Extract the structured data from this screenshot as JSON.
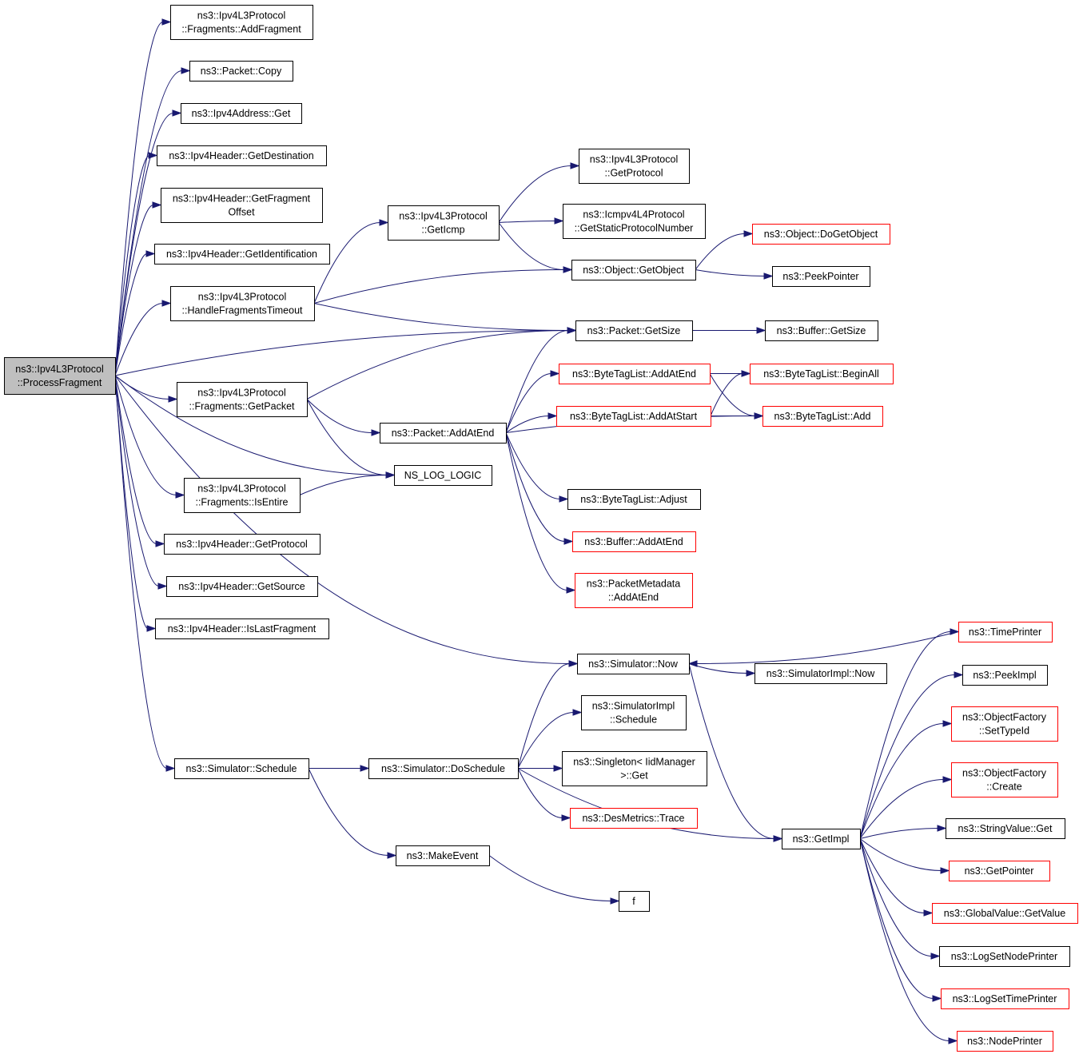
{
  "graph": {
    "nodes": [
      {
        "id": "root",
        "lines": [
          "ns3::Ipv4L3Protocol",
          "::ProcessFragment"
        ],
        "border": "root"
      },
      {
        "id": "addFragment",
        "lines": [
          "ns3::Ipv4L3Protocol",
          "::Fragments::AddFragment"
        ],
        "border": "black"
      },
      {
        "id": "packetCopy",
        "lines": [
          "ns3::Packet::Copy"
        ],
        "border": "black"
      },
      {
        "id": "ipv4AddressGet",
        "lines": [
          "ns3::Ipv4Address::Get"
        ],
        "border": "black"
      },
      {
        "id": "getDestination",
        "lines": [
          "ns3::Ipv4Header::GetDestination"
        ],
        "border": "black"
      },
      {
        "id": "getFragmentOffset",
        "lines": [
          "ns3::Ipv4Header::GetFragment",
          "Offset"
        ],
        "border": "black"
      },
      {
        "id": "getIdentification",
        "lines": [
          "ns3::Ipv4Header::GetIdentification"
        ],
        "border": "black"
      },
      {
        "id": "handleFragmentsTimeout",
        "lines": [
          "ns3::Ipv4L3Protocol",
          "::HandleFragmentsTimeout"
        ],
        "border": "black"
      },
      {
        "id": "getPacket",
        "lines": [
          "ns3::Ipv4L3Protocol",
          "::Fragments::GetPacket"
        ],
        "border": "black"
      },
      {
        "id": "isEntire",
        "lines": [
          "ns3::Ipv4L3Protocol",
          "::Fragments::IsEntire"
        ],
        "border": "black"
      },
      {
        "id": "getProtocolHdr",
        "lines": [
          "ns3::Ipv4Header::GetProtocol"
        ],
        "border": "black"
      },
      {
        "id": "getSource",
        "lines": [
          "ns3::Ipv4Header::GetSource"
        ],
        "border": "black"
      },
      {
        "id": "isLastFragment",
        "lines": [
          "ns3::Ipv4Header::IsLastFragment"
        ],
        "border": "black"
      },
      {
        "id": "simSchedule",
        "lines": [
          "ns3::Simulator::Schedule"
        ],
        "border": "black"
      },
      {
        "id": "getIcmp",
        "lines": [
          "ns3::Ipv4L3Protocol",
          "::GetIcmp"
        ],
        "border": "black"
      },
      {
        "id": "nsLogLogic",
        "lines": [
          "NS_LOG_LOGIC"
        ],
        "border": "black"
      },
      {
        "id": "addAtEnd",
        "lines": [
          "ns3::Packet::AddAtEnd"
        ],
        "border": "black"
      },
      {
        "id": "doSchedule",
        "lines": [
          "ns3::Simulator::DoSchedule"
        ],
        "border": "black"
      },
      {
        "id": "makeEvent",
        "lines": [
          "ns3::MakeEvent"
        ],
        "border": "black"
      },
      {
        "id": "l3GetProtocol",
        "lines": [
          "ns3::Ipv4L3Protocol",
          "::GetProtocol"
        ],
        "border": "black"
      },
      {
        "id": "icmpStatic",
        "lines": [
          "ns3::Icmpv4L4Protocol",
          "::GetStaticProtocolNumber"
        ],
        "border": "black"
      },
      {
        "id": "getObject",
        "lines": [
          "ns3::Object::GetObject"
        ],
        "border": "black"
      },
      {
        "id": "packetGetSize",
        "lines": [
          "ns3::Packet::GetSize"
        ],
        "border": "black"
      },
      {
        "id": "btlAddAtEnd",
        "lines": [
          "ns3::ByteTagList::AddAtEnd"
        ],
        "border": "red"
      },
      {
        "id": "btlAddAtStart",
        "lines": [
          "ns3::ByteTagList::AddAtStart"
        ],
        "border": "red"
      },
      {
        "id": "btlAdjust",
        "lines": [
          "ns3::ByteTagList::Adjust"
        ],
        "border": "black"
      },
      {
        "id": "bufferAddAtEnd",
        "lines": [
          "ns3::Buffer::AddAtEnd"
        ],
        "border": "red"
      },
      {
        "id": "pmAddAtEnd",
        "lines": [
          "ns3::PacketMetadata",
          "::AddAtEnd"
        ],
        "border": "red"
      },
      {
        "id": "simNow",
        "lines": [
          "ns3::Simulator::Now"
        ],
        "border": "black"
      },
      {
        "id": "simImplSchedule",
        "lines": [
          "ns3::SimulatorImpl",
          "::Schedule"
        ],
        "border": "black"
      },
      {
        "id": "singletonGet",
        "lines": [
          "ns3::Singleton< IidManager",
          ">::Get"
        ],
        "border": "black"
      },
      {
        "id": "desTrace",
        "lines": [
          "ns3::DesMetrics::Trace"
        ],
        "border": "red"
      },
      {
        "id": "f",
        "lines": [
          "f"
        ],
        "border": "black"
      },
      {
        "id": "doGetObject",
        "lines": [
          "ns3::Object::DoGetObject"
        ],
        "border": "red"
      },
      {
        "id": "peekPointer",
        "lines": [
          "ns3::PeekPointer"
        ],
        "border": "black"
      },
      {
        "id": "bufferGetSize",
        "lines": [
          "ns3::Buffer::GetSize"
        ],
        "border": "black"
      },
      {
        "id": "btlBeginAll",
        "lines": [
          "ns3::ByteTagList::BeginAll"
        ],
        "border": "red"
      },
      {
        "id": "btlAdd",
        "lines": [
          "ns3::ByteTagList::Add"
        ],
        "border": "red"
      },
      {
        "id": "simImplNow",
        "lines": [
          "ns3::SimulatorImpl::Now"
        ],
        "border": "black"
      },
      {
        "id": "getImpl",
        "lines": [
          "ns3::GetImpl"
        ],
        "border": "black"
      },
      {
        "id": "timePrinter",
        "lines": [
          "ns3::TimePrinter"
        ],
        "border": "red"
      },
      {
        "id": "peekImpl",
        "lines": [
          "ns3::PeekImpl"
        ],
        "border": "black"
      },
      {
        "id": "ofSetTypeId",
        "lines": [
          "ns3::ObjectFactory",
          "::SetTypeId"
        ],
        "border": "red"
      },
      {
        "id": "ofCreate",
        "lines": [
          "ns3::ObjectFactory",
          "::Create"
        ],
        "border": "red"
      },
      {
        "id": "stringValueGet",
        "lines": [
          "ns3::StringValue::Get"
        ],
        "border": "black"
      },
      {
        "id": "getPointer",
        "lines": [
          "ns3::GetPointer"
        ],
        "border": "red"
      },
      {
        "id": "gvGetValue",
        "lines": [
          "ns3::GlobalValue::GetValue"
        ],
        "border": "red"
      },
      {
        "id": "logSetNodePrinter",
        "lines": [
          "ns3::LogSetNodePrinter"
        ],
        "border": "black"
      },
      {
        "id": "logSetTimePrinter",
        "lines": [
          "ns3::LogSetTimePrinter"
        ],
        "border": "red"
      },
      {
        "id": "nodePrinter",
        "lines": [
          "ns3::NodePrinter"
        ],
        "border": "red"
      }
    ],
    "edges": [
      [
        "root",
        "addFragment"
      ],
      [
        "root",
        "packetCopy"
      ],
      [
        "root",
        "ipv4AddressGet"
      ],
      [
        "root",
        "getDestination"
      ],
      [
        "root",
        "getFragmentOffset"
      ],
      [
        "root",
        "getIdentification"
      ],
      [
        "root",
        "handleFragmentsTimeout"
      ],
      [
        "root",
        "packetGetSize"
      ],
      [
        "root",
        "getPacket"
      ],
      [
        "root",
        "nsLogLogic"
      ],
      [
        "root",
        "isEntire"
      ],
      [
        "root",
        "getProtocolHdr"
      ],
      [
        "root",
        "getSource"
      ],
      [
        "root",
        "isLastFragment"
      ],
      [
        "root",
        "simNow"
      ],
      [
        "root",
        "simSchedule"
      ],
      [
        "handleFragmentsTimeout",
        "getIcmp"
      ],
      [
        "handleFragmentsTimeout",
        "getObject"
      ],
      [
        "handleFragmentsTimeout",
        "packetGetSize"
      ],
      [
        "getIcmp",
        "l3GetProtocol"
      ],
      [
        "getIcmp",
        "icmpStatic"
      ],
      [
        "getIcmp",
        "getObject"
      ],
      [
        "getObject",
        "doGetObject"
      ],
      [
        "getObject",
        "peekPointer"
      ],
      [
        "packetGetSize",
        "bufferGetSize"
      ],
      [
        "getPacket",
        "packetGetSize"
      ],
      [
        "getPacket",
        "addAtEnd"
      ],
      [
        "getPacket",
        "nsLogLogic"
      ],
      [
        "isEntire",
        "nsLogLogic"
      ],
      [
        "addAtEnd",
        "packetGetSize"
      ],
      [
        "addAtEnd",
        "btlAddAtEnd"
      ],
      [
        "addAtEnd",
        "btlAddAtStart"
      ],
      [
        "addAtEnd",
        "btlAdd"
      ],
      [
        "addAtEnd",
        "btlAdjust"
      ],
      [
        "addAtEnd",
        "bufferAddAtEnd"
      ],
      [
        "addAtEnd",
        "pmAddAtEnd"
      ],
      [
        "btlAddAtEnd",
        "btlBeginAll"
      ],
      [
        "btlAddAtEnd",
        "btlAdd"
      ],
      [
        "btlAddAtStart",
        "btlBeginAll"
      ],
      [
        "btlAddAtStart",
        "btlAdd"
      ],
      [
        "simSchedule",
        "doSchedule"
      ],
      [
        "simSchedule",
        "makeEvent"
      ],
      [
        "doSchedule",
        "simNow"
      ],
      [
        "doSchedule",
        "simImplSchedule"
      ],
      [
        "doSchedule",
        "singletonGet"
      ],
      [
        "doSchedule",
        "desTrace"
      ],
      [
        "doSchedule",
        "getImpl"
      ],
      [
        "makeEvent",
        "f"
      ],
      [
        "simNow",
        "simImplNow"
      ],
      [
        "simNow",
        "getImpl"
      ],
      [
        "timePrinter",
        "simNow"
      ],
      [
        "getImpl",
        "timePrinter"
      ],
      [
        "getImpl",
        "peekImpl"
      ],
      [
        "getImpl",
        "ofSetTypeId"
      ],
      [
        "getImpl",
        "ofCreate"
      ],
      [
        "getImpl",
        "stringValueGet"
      ],
      [
        "getImpl",
        "getPointer"
      ],
      [
        "getImpl",
        "gvGetValue"
      ],
      [
        "getImpl",
        "logSetNodePrinter"
      ],
      [
        "getImpl",
        "logSetTimePrinter"
      ],
      [
        "getImpl",
        "nodePrinter"
      ]
    ]
  }
}
